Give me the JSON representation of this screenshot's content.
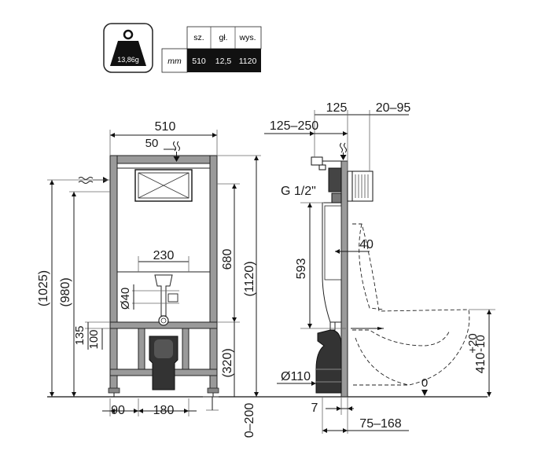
{
  "badge": {
    "weight": "13,86g",
    "icon": "weight-icon"
  },
  "spec_table": {
    "unit": "mm",
    "headers": [
      "sz.",
      "gł.",
      "wys."
    ],
    "values": [
      "510",
      "12,5",
      "1120"
    ]
  },
  "front_view": {
    "width_total": "510",
    "drain_offset": "50",
    "height_total": "(1120)",
    "height_1025": "(1025)",
    "height_980": "(980)",
    "height_680": "680",
    "height_320": "(320)",
    "width_230": "230",
    "dia_40": "Ø40",
    "h_135": "135",
    "h_100": "100",
    "foot_90": "90",
    "foot_180": "180",
    "leg_range": "0–200"
  },
  "side_view": {
    "depth_125": "125",
    "depth_20_95": "20–95",
    "depth_125_250": "125–250",
    "thread": "G 1/2\"",
    "h_593": "593",
    "pipe_40": "40",
    "dia_110": "Ø110",
    "gap_7": "7",
    "range_75_168": "75–168",
    "h_410": "410",
    "h_410_plus": "+20",
    "h_410_minus": "-10",
    "zero": "0"
  }
}
